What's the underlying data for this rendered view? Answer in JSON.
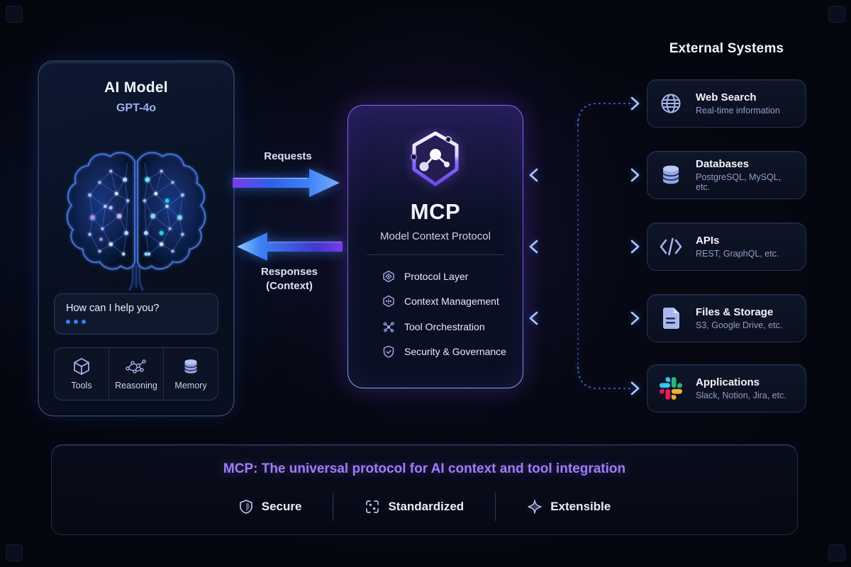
{
  "ai_model": {
    "title": "AI Model",
    "model_name": "GPT-4o",
    "chat_message": "How can I help you?",
    "capabilities": [
      {
        "label": "Tools",
        "icon": "cube-icon"
      },
      {
        "label": "Reasoning",
        "icon": "graph-icon"
      },
      {
        "label": "Memory",
        "icon": "memory-db-icon"
      }
    ]
  },
  "flow_arrows": {
    "request_label": "Requests",
    "response_label": "Responses",
    "response_sublabel": "(Context)"
  },
  "mcp_panel": {
    "title": "MCP",
    "subtitle": "Model Context Protocol",
    "features": [
      {
        "label": "Protocol Layer",
        "icon": "protocol-layer-icon"
      },
      {
        "label": "Context Management",
        "icon": "context-management-icon"
      },
      {
        "label": "Tool Orchestration",
        "icon": "orchestration-icon"
      },
      {
        "label": "Security & Governance",
        "icon": "shield-check-icon"
      }
    ]
  },
  "external_systems": {
    "title": "External Systems",
    "cards": [
      {
        "name": "Web Search",
        "description": "Real-time information",
        "icon": "globe-icon"
      },
      {
        "name": "Databases",
        "description": "PostgreSQL, MySQL, etc.",
        "icon": "database-icon"
      },
      {
        "name": "APIs",
        "description": "REST, GraphQL, etc.",
        "icon": "code-brackets-icon"
      },
      {
        "name": "Files & Storage",
        "description": "S3, Google Drive, etc.",
        "icon": "document-icon"
      },
      {
        "name": "Applications",
        "description": "Slack, Notion, Jira, etc.",
        "icon": "slack-icon"
      }
    ]
  },
  "footer_banner": {
    "headline": "MCP: The universal protocol for AI context and tool integration",
    "features": [
      {
        "label": "Secure",
        "icon": "shield-icon"
      },
      {
        "label": "Standardized",
        "icon": "standard-frame-icon"
      },
      {
        "label": "Extensible",
        "icon": "sparkle-icon"
      }
    ]
  },
  "colors": {
    "background": "#04060e",
    "panel_bg": "#0b1022",
    "accent_blue": "#3b82f6",
    "accent_purple": "#8b5cf6",
    "periwinkle_icon": "#a7b4ec",
    "headline_purple": "#9d7ef5",
    "text_primary": "#f1f5fb",
    "text_secondary": "#8da0c4"
  }
}
